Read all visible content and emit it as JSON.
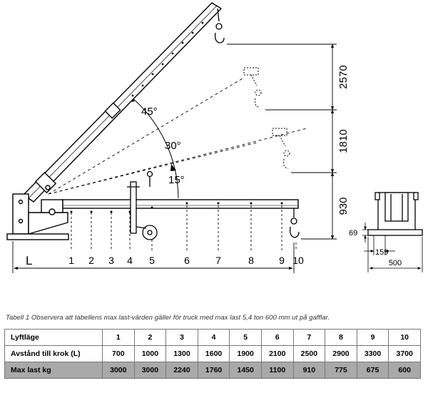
{
  "diagram": {
    "angles": [
      "45°",
      "30°",
      "15°"
    ],
    "dimensions": [
      "2570",
      "1810",
      "930"
    ],
    "end_view": {
      "dim_69": "69",
      "dim_159": "159",
      "dim_500": "500"
    },
    "length_label": "L",
    "positions": [
      "1",
      "2",
      "3",
      "4",
      "5",
      "6",
      "7",
      "8",
      "9",
      "10"
    ]
  },
  "caption": "Tabell 1 Observera att tabellens max last-värden gäller för truck med max last 5,4 ton 600 mm ut på gafflar.",
  "table": {
    "rows": [
      {
        "label": "Lyftläge",
        "values": [
          "1",
          "2",
          "3",
          "4",
          "5",
          "6",
          "7",
          "8",
          "9",
          "10"
        ]
      },
      {
        "label": "Avstånd till krok (L)",
        "values": [
          "700",
          "1000",
          "1300",
          "1600",
          "1900",
          "2100",
          "2500",
          "2900",
          "3300",
          "3700"
        ]
      },
      {
        "label": "Max last kg",
        "values": [
          "3000",
          "3000",
          "2240",
          "1760",
          "1450",
          "1100",
          "910",
          "775",
          "675",
          "600"
        ]
      }
    ]
  }
}
